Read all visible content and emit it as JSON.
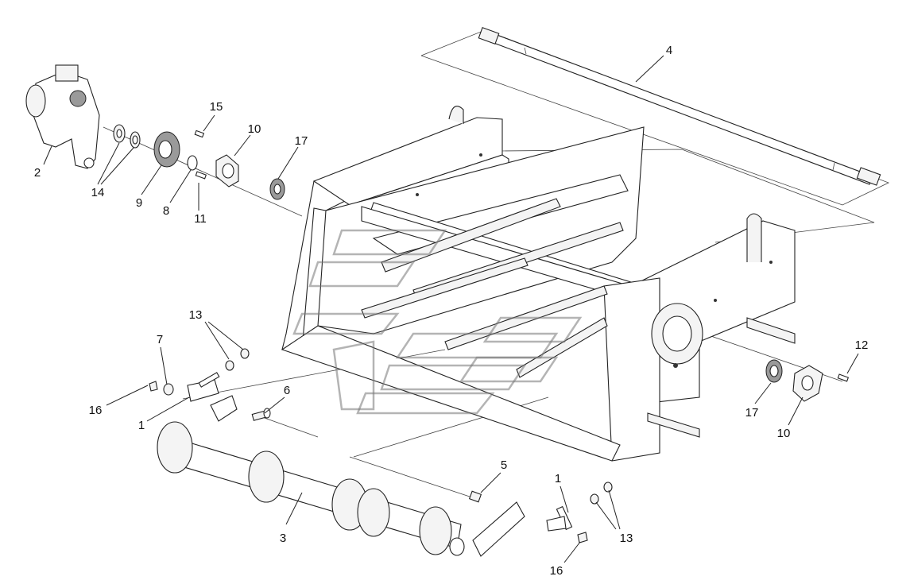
{
  "callouts": [
    {
      "id": "c1",
      "text": "1"
    },
    {
      "id": "c2",
      "text": "1"
    },
    {
      "id": "c3",
      "text": "2"
    },
    {
      "id": "c4",
      "text": "3"
    },
    {
      "id": "c5",
      "text": "4"
    },
    {
      "id": "c6",
      "text": "5"
    },
    {
      "id": "c7",
      "text": "6"
    },
    {
      "id": "c8",
      "text": "7"
    },
    {
      "id": "c9",
      "text": "8"
    },
    {
      "id": "c10",
      "text": "9"
    },
    {
      "id": "c11",
      "text": "10"
    },
    {
      "id": "c12",
      "text": "10"
    },
    {
      "id": "c13",
      "text": "11"
    },
    {
      "id": "c14",
      "text": "12"
    },
    {
      "id": "c15",
      "text": "13"
    },
    {
      "id": "c16",
      "text": "13"
    },
    {
      "id": "c17",
      "text": "14"
    },
    {
      "id": "c18",
      "text": "15"
    },
    {
      "id": "c19",
      "text": "16"
    },
    {
      "id": "c20",
      "text": "16"
    },
    {
      "id": "c21",
      "text": "17"
    },
    {
      "id": "c22",
      "text": "17"
    }
  ]
}
